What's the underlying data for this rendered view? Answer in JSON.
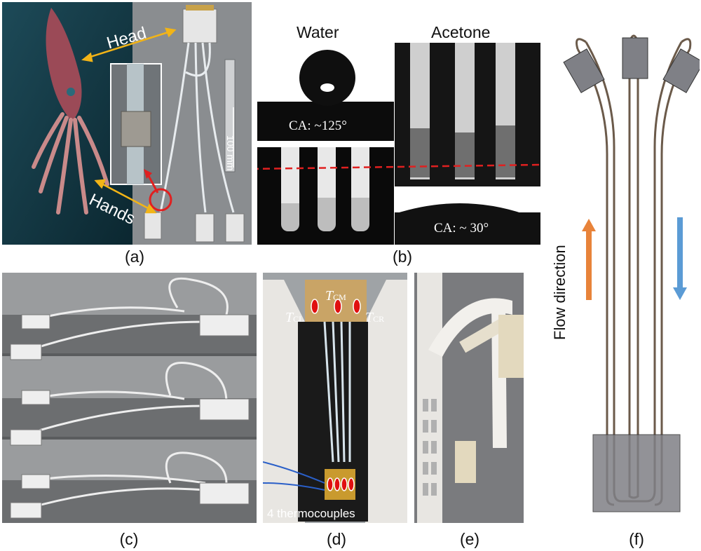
{
  "panel_a": {
    "head_label": "Head",
    "hands_label": "Hands",
    "scale_label": "100 mm",
    "caption": "(a)"
  },
  "panel_b": {
    "water_label": "Water",
    "acetone_label": "Acetone",
    "ca_water": "CA: ~125°",
    "ca_acetone": "CA: ~ 30°",
    "caption": "(b)"
  },
  "panel_c": {
    "caption": "(c)"
  },
  "panel_d": {
    "t_cl": "CL",
    "t_cm": "CM",
    "t_cr": "CR",
    "t_symbol": "T",
    "thermocouples_label": "4 thermocouples",
    "caption": "(d)"
  },
  "panel_e": {
    "caption": "(e)"
  },
  "panel_f": {
    "flow_label": "Flow direction",
    "caption": "(f)",
    "colors": {
      "up_arrow": "#e8833a",
      "down_arrow": "#5b9bd5",
      "tube": "#6b5a4a",
      "block": "#7f8086"
    }
  }
}
